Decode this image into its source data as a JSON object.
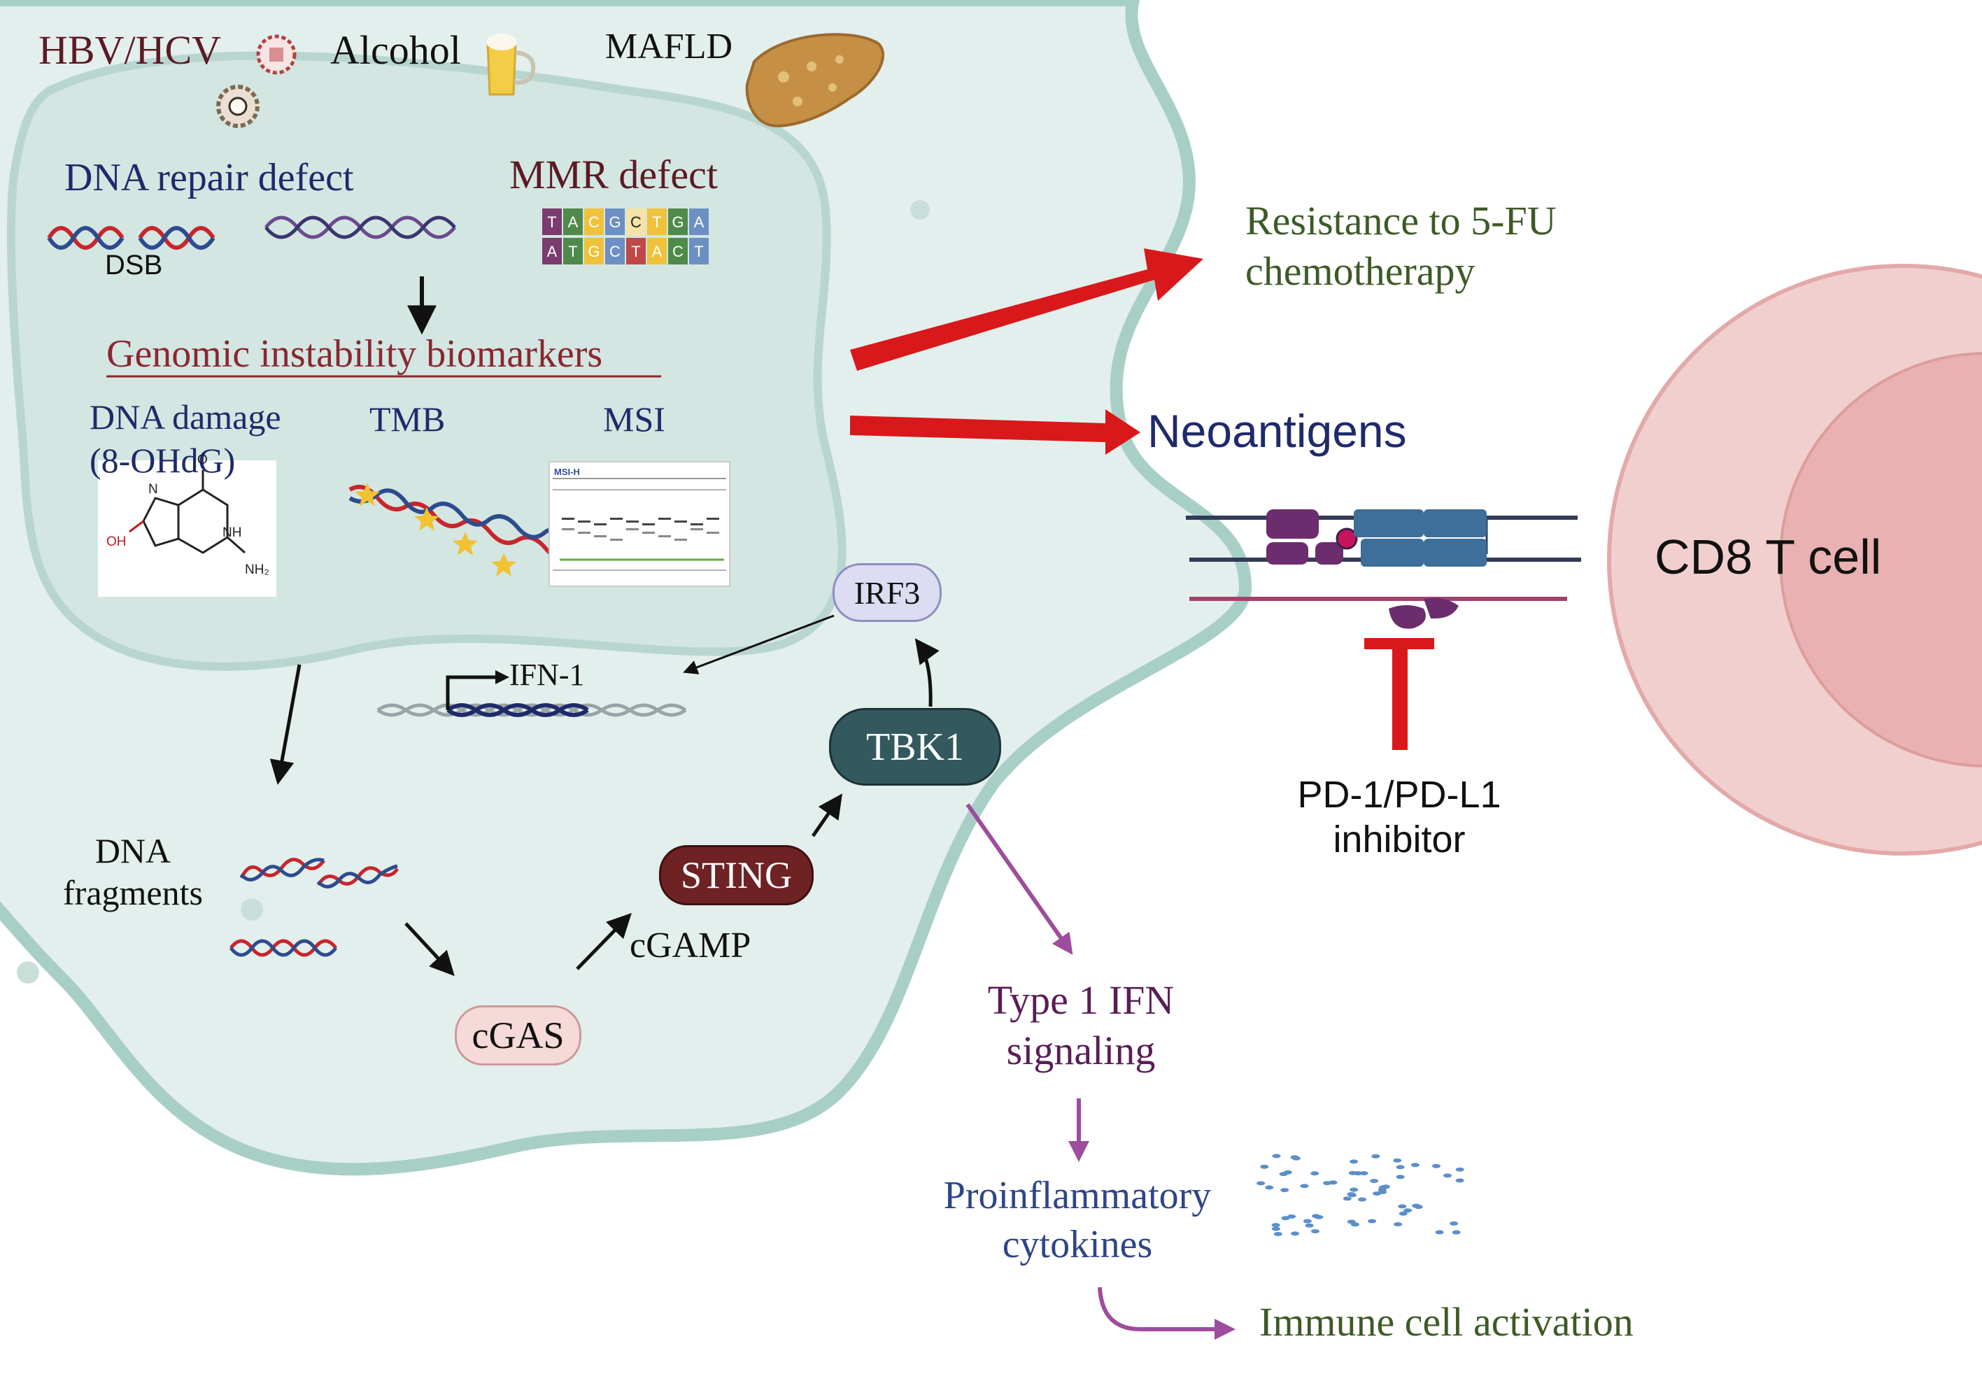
{
  "risk_factors": {
    "viral": "HBV/HCV",
    "alcohol": "Alcohol",
    "mafld": "MAFLD"
  },
  "defects": {
    "dna_repair": "DNA repair defect",
    "dsb": "DSB",
    "mmr": "MMR defect",
    "mmr_bases_top": [
      "T",
      "A",
      "C",
      "G",
      "C",
      "T",
      "G",
      "A"
    ],
    "mmr_bases_bottom": [
      "A",
      "T",
      "G",
      "C",
      "T",
      "A",
      "C",
      "T"
    ]
  },
  "biomarkers": {
    "title": "Genomic instability biomarkers",
    "dna_damage": "DNA damage",
    "dna_damage_sub": "(8-OHdG)",
    "tmb": "TMB",
    "msi": "MSI",
    "chem_oh": "OH",
    "chem_nh": "NH",
    "chem_nh2": "NH₂",
    "chem_n": "N",
    "chem_o": "O",
    "msi_tag": "MSI-H"
  },
  "pathway": {
    "ifn_gene": "IFN-1",
    "dna_fragments_line1": "DNA",
    "dna_fragments_line2": "fragments",
    "cgas": "cGAS",
    "cgamp": "cGAMP",
    "sting": "STING",
    "tbk1": "TBK1",
    "irf3": "IRF3"
  },
  "outcomes": {
    "resistance_line1": "Resistance to 5-FU",
    "resistance_line2": "chemotherapy",
    "neoantigens": "Neoantigens",
    "pd1_line1": "PD-1/PD-L1",
    "pd1_line2": "inhibitor",
    "type1_ifn_line1": "Type 1 IFN",
    "type1_ifn_line2": "signaling",
    "cytokines_line1": "Proinflammatory",
    "cytokines_line2": "cytokines",
    "immune_activation": "Immune cell activation"
  },
  "tcell": {
    "label": "CD8 T cell"
  },
  "colors": {
    "cell_fill": "#e3efec",
    "cell_border": "#a8cfc6",
    "nucleus_fill": "#d3e6e1",
    "red_arrow": "#d8181a",
    "tcell_outer": "#f2cfcf",
    "tcell_inner": "#e9b1b1",
    "navy": "#1f2a6b",
    "maroon": "#5c1a25",
    "green_text": "#3d5a27",
    "purple_text": "#5a1d55",
    "purple_arrow": "#9d4d9b",
    "blue_text": "#2e4588",
    "tbk1_fill": "#33595e",
    "sting_fill": "#6e2224",
    "cgas_fill": "#f6d9d9",
    "irf3_fill": "#dcdcf2"
  }
}
